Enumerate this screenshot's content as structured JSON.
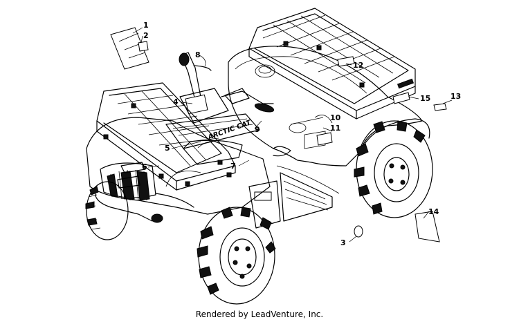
{
  "callouts": [
    {
      "id": "c1",
      "label": "1"
    },
    {
      "id": "c2",
      "label": "2"
    },
    {
      "id": "c3",
      "label": "3"
    },
    {
      "id": "c4",
      "label": "4"
    },
    {
      "id": "c5",
      "label": "5"
    },
    {
      "id": "c6",
      "label": "6"
    },
    {
      "id": "c7",
      "label": "7"
    },
    {
      "id": "c8",
      "label": "8"
    },
    {
      "id": "c9",
      "label": "9"
    },
    {
      "id": "c10",
      "label": "10"
    },
    {
      "id": "c11",
      "label": "11"
    },
    {
      "id": "c12",
      "label": "12"
    },
    {
      "id": "c13",
      "label": "13"
    },
    {
      "id": "c14",
      "label": "14"
    },
    {
      "id": "c15",
      "label": "15"
    }
  ],
  "brand_text": "ARCTIC CAT",
  "footer": "Rendered by LeadVenture, Inc."
}
